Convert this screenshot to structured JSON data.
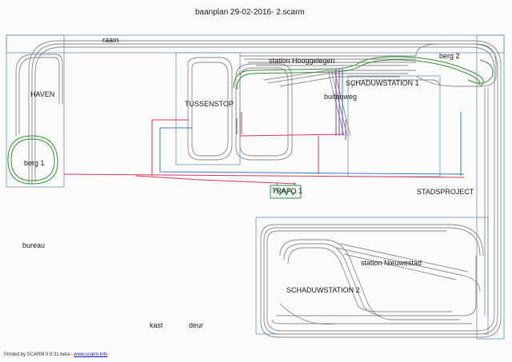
{
  "title": "baanplan 29-02-2016- 2.scarm",
  "labels": {
    "raam": "raam",
    "haven": "HAVEN",
    "berg1": "berg 1",
    "tussenstop": "TUSSENSTOP",
    "station_hooggelegen": "station Hooggelegen",
    "berg2": "berg 2",
    "schaduwstation1": "SCHADUWSTATION 1",
    "buitenweg": "buitenweg",
    "trafo1": "TRAFO 1",
    "stadsproject": "STADSPROJECT",
    "bureau": "bureau",
    "station_nieuwestad": "station Nieuwestad",
    "schaduwstation2": "SCHADUWSTATION 2",
    "kast": "kast",
    "deur": "deur"
  },
  "footer": {
    "text": "Printed by SCARM 0.9.31 beta - ",
    "link": "www.scarm.info"
  },
  "colors": {
    "board_outline": "#6a8fc0",
    "track": "#8a8a8a",
    "track_elevated": "#3d8a3d",
    "wire_red": "#d23a5a",
    "wire_blue": "#3a7ac8",
    "wire_purple": "#7a4aa8"
  }
}
